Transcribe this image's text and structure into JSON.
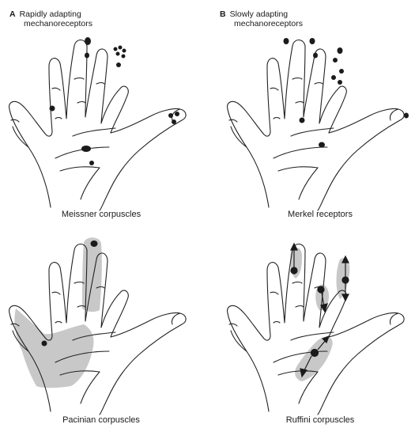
{
  "panels": {
    "a": {
      "letter": "A",
      "line1": "Rapidly adapting",
      "line2": "mechanoreceptors"
    },
    "b": {
      "letter": "B",
      "line1": "Slowly adapting",
      "line2": "mechanoreceptors"
    }
  },
  "captions": {
    "meissner": "Meissner corpuscles",
    "merkel": "Merkel receptors",
    "pacinian": "Pacinian corpuscles",
    "ruffini": "Ruffini corpuscles"
  },
  "colors": {
    "ink": "#1b1b1b",
    "receptive_field": "#c8c8c8"
  }
}
